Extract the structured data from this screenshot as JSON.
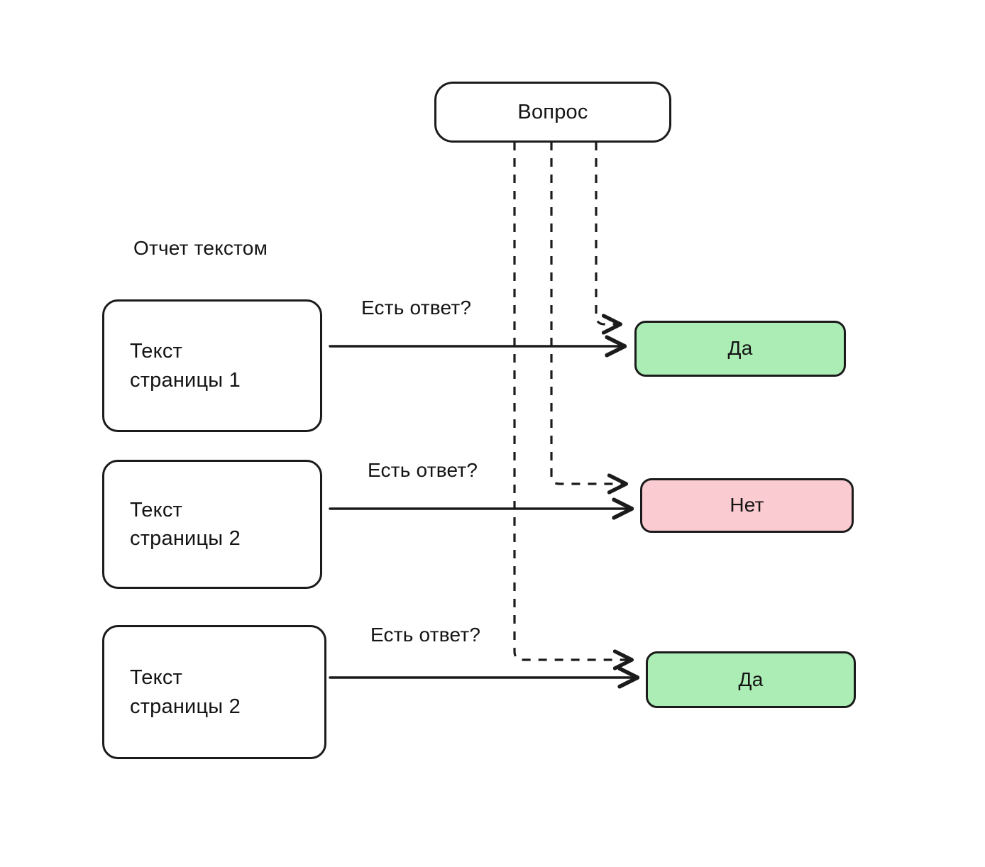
{
  "diagram": {
    "title_label": "Отчет текстом",
    "background_color": "#ffffff",
    "stroke_color": "#1b1b1b",
    "question_node": {
      "label": "Вопрос",
      "fill": "#ffffff"
    },
    "page_nodes": [
      {
        "label": "Текст\nстраницы 1"
      },
      {
        "label": "Текст\nстраницы 2"
      },
      {
        "label": "Текст\nстраницы 2"
      }
    ],
    "answer_nodes": [
      {
        "label": "Да",
        "fill": "#abedb5",
        "status": "yes"
      },
      {
        "label": "Нет",
        "fill": "#facbd0",
        "status": "no"
      },
      {
        "label": "Да",
        "fill": "#abedb5",
        "status": "yes"
      }
    ],
    "edge_labels": [
      "Есть ответ?",
      "Есть ответ?",
      "Есть ответ?"
    ]
  }
}
